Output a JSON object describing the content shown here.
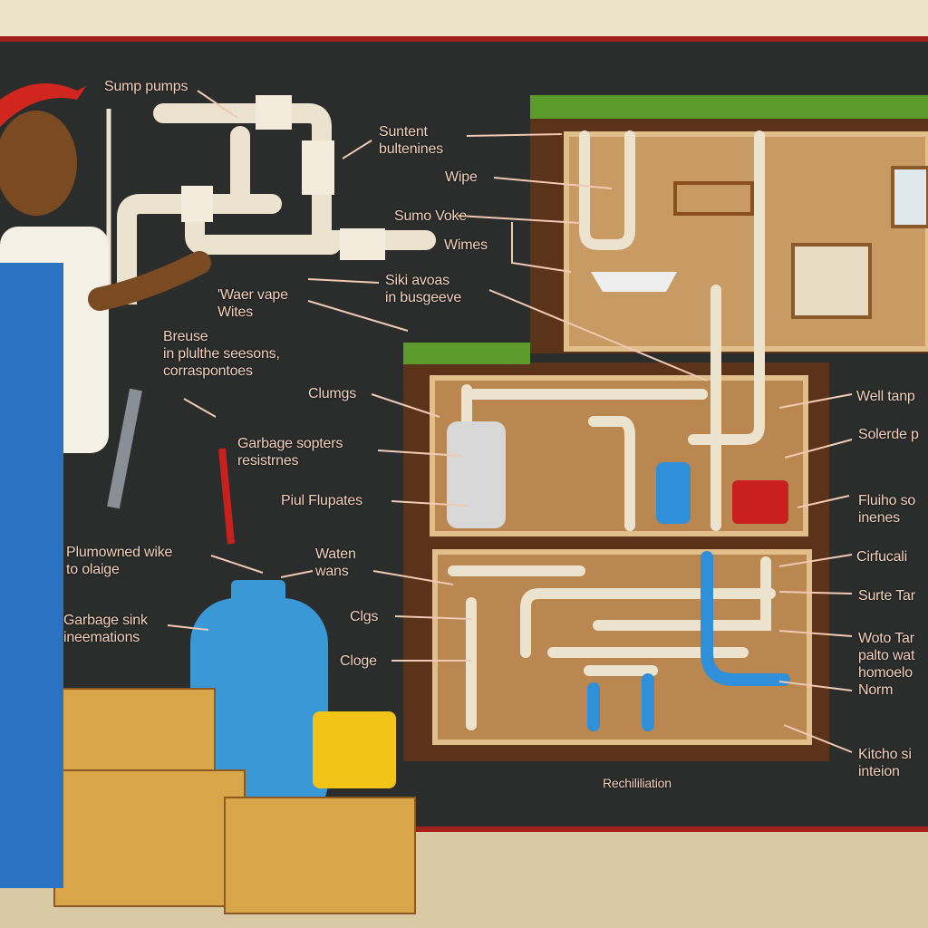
{
  "labels": {
    "sump_pumps": "Sump pumps",
    "suntent": "Suntent\nbultenines",
    "wipe": "Wipe",
    "sumo_voke": "Sumo Voke",
    "wimes": "Wimes",
    "siki_avoas": "Siki avoas\nin busgeeve",
    "waervape": "'Waer vape\nWites",
    "breuse": "Breuse\nin plulthe seesons,\ncorraspontoes",
    "clumgs": "Clumgs",
    "garbage_sopters": "Garbage sopters\nresistrnes",
    "piul_flupates": "Piul Flupates",
    "plumowned": "Plumowned wike\nto olaige",
    "waten_wans": "Waten\nwans",
    "garbage_sink": "Garbage sink\nineemations",
    "clgs": "Clgs",
    "cloge": "Cloge",
    "well_tanp": "Well tanp",
    "solerde": "Solerde p",
    "fluiho": "Fluiho so\ninenes",
    "cirfucali": "Cirfucali",
    "surte_tar": "Surte Tar",
    "woto_tar": "Woto Tar\npalto wat\nhomoelo\nNorm",
    "kitcho": "Kitcho si\ninteion",
    "rechilliation": "Rechililiation"
  },
  "colors": {
    "board": "#2b2d2c",
    "border": "#a3201a",
    "earth": "#5a3318",
    "pipe": "#ece3cf",
    "blue": "#2f8fd8"
  }
}
